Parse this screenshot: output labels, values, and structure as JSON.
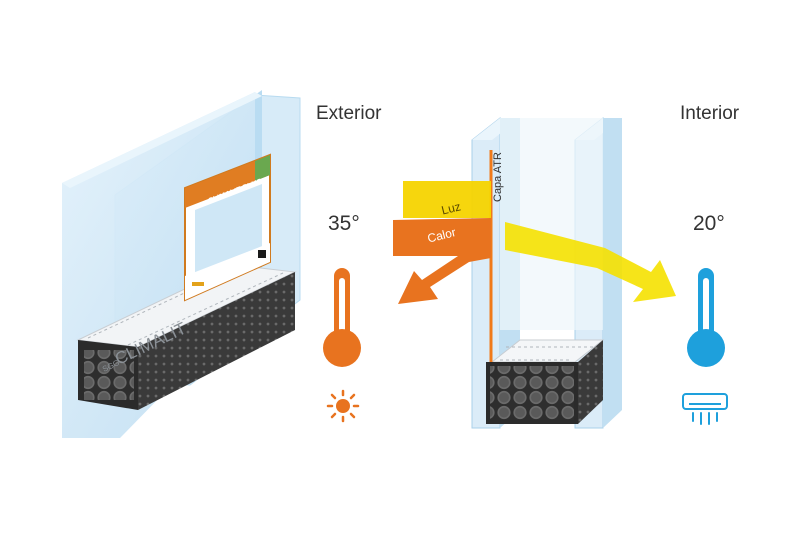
{
  "exterior": {
    "label": "Exterior",
    "temperature": "35°",
    "thermometer_color": "#e8731f",
    "weather_icon": "sun-icon"
  },
  "interior": {
    "label": "Interior",
    "temperature": "20°",
    "thermometer_color": "#1ea0dc",
    "climate_icon": "air-conditioner-icon"
  },
  "flows": {
    "light_label": "Luz",
    "light_color": "#f5d400",
    "heat_label": "Calor",
    "heat_color": "#e8731f"
  },
  "coating": {
    "label": "Capa ATR",
    "color": "#f07a1a"
  },
  "product": {
    "brand_small": "SGG",
    "name": "CLIMALIT",
    "label_small": "SGG",
    "label_name": "CLIMALIT PLUS"
  },
  "colors": {
    "glass": "#cfe7f6",
    "glass_edge": "#9fcbe6",
    "spacer": "#3a3a3a"
  }
}
